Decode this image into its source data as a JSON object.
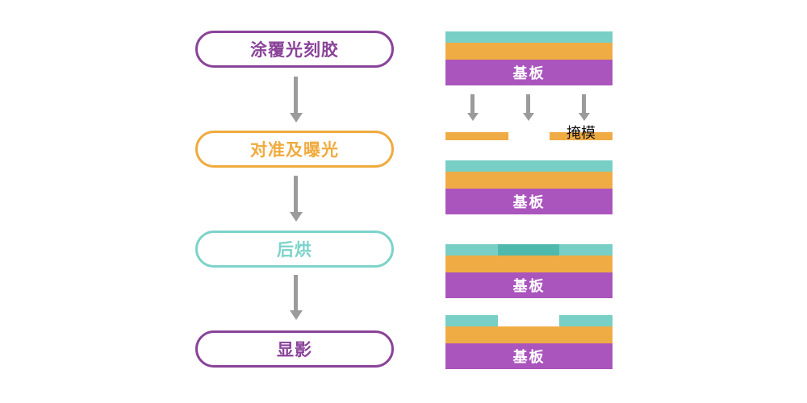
{
  "colors": {
    "flow_purple": "#8A4399",
    "flow_orange": "#F0AB3E",
    "flow_teal": "#7DD3CA",
    "arrow_gray": "#9B9B9B",
    "photoresist": "#77CFC6",
    "photoresist_exposed": "#4FB9AC",
    "film": "#F0AC44",
    "substrate": "#AA55BD",
    "mask": "#F0AC44",
    "substrate_text": "#FFFFFF",
    "mask_text": "#101010"
  },
  "flowchart": {
    "steps": [
      {
        "label": "涂覆光刻胶"
      },
      {
        "label": "对准及曝光"
      },
      {
        "label": "后烘"
      },
      {
        "label": "显影"
      }
    ]
  },
  "diagram": {
    "substrate_label": "基板",
    "mask_label": "掩模"
  }
}
